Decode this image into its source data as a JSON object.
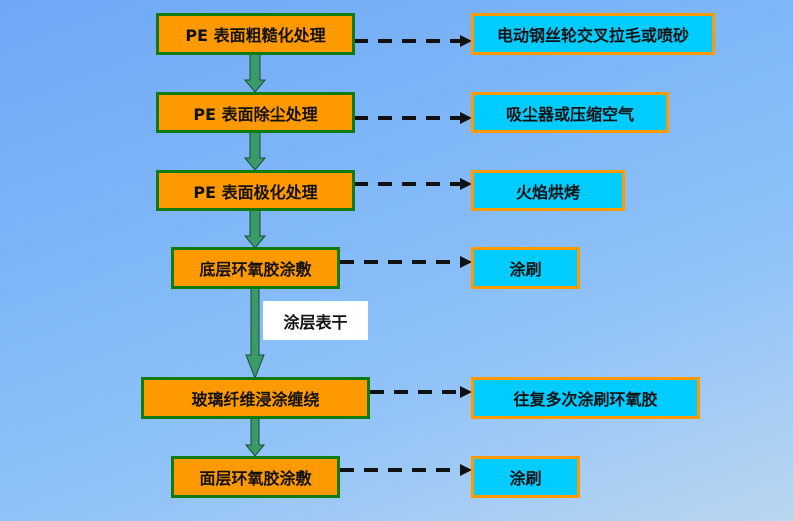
{
  "steps": [
    {
      "label": "PE 表面粗糙化处理",
      "method": "电动钢丝轮交叉拉毛或喷砂"
    },
    {
      "label": "PE 表面除尘处理",
      "method": "吸尘器或压缩空气"
    },
    {
      "label": "PE 表面极化处理",
      "method": "火焰烘烤"
    },
    {
      "label": "底层环氧胶涂敷",
      "method": "涂刷"
    },
    {
      "label": "玻璃纤维浸涂缠绕",
      "method": "往复多次涂刷环氧胶"
    },
    {
      "label": "面层环氧胶涂敷",
      "method": "涂刷"
    }
  ],
  "note": "涂层表干",
  "colors": {
    "step_fill": "#ff9900",
    "step_border": "#117a11",
    "method_fill": "#00ccff",
    "method_border": "#ff9900",
    "arrow": "#3a9a6a"
  }
}
